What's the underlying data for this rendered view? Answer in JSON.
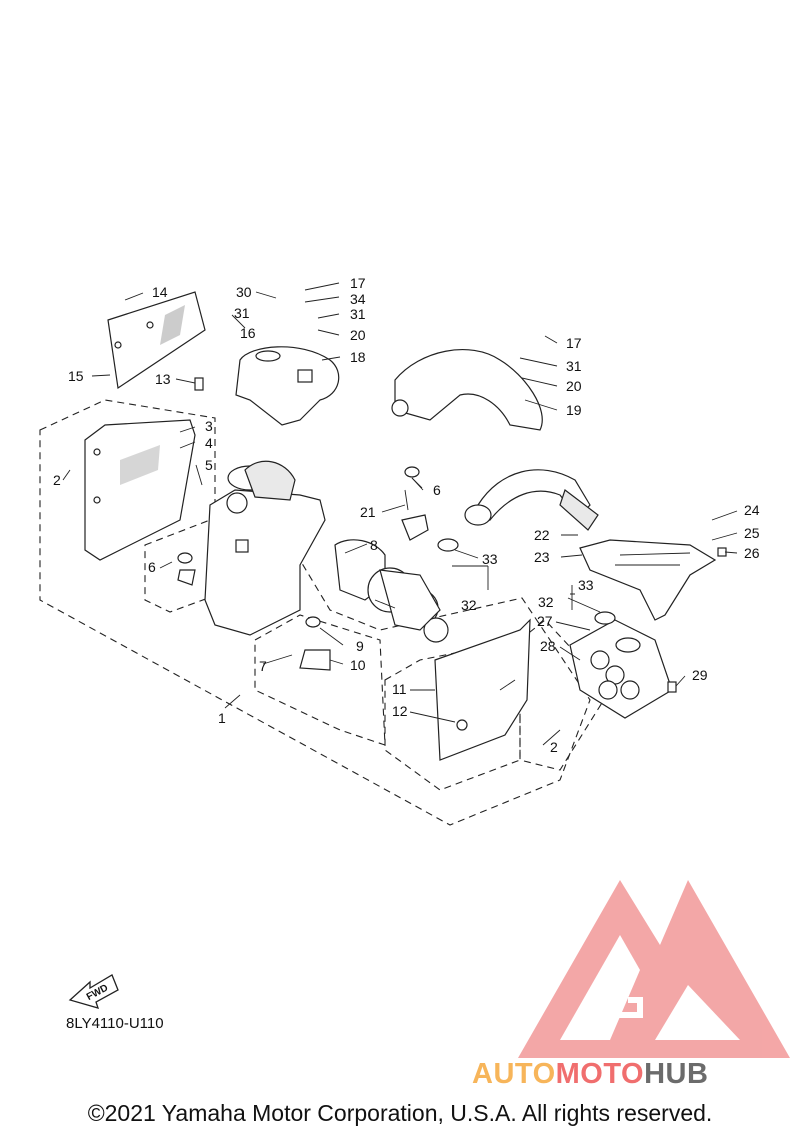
{
  "diagram": {
    "code": "8LY4110-U110",
    "fwd_label": "FWD",
    "callouts": [
      "1",
      "2",
      "2",
      "3",
      "4",
      "5",
      "6",
      "6",
      "7",
      "8",
      "9",
      "10",
      "11",
      "12",
      "13",
      "14",
      "15",
      "16",
      "17",
      "17",
      "18",
      "19",
      "20",
      "20",
      "21",
      "22",
      "23",
      "24",
      "25",
      "26",
      "27",
      "28",
      "29",
      "30",
      "31",
      "31",
      "31",
      "32",
      "32",
      "33",
      "33",
      "34"
    ]
  },
  "watermark": {
    "part1": "AUTO",
    "part2": "MOTO",
    "part3": "HUB",
    "colors": {
      "auto": "#f7b55a",
      "moto": "#f06e6e",
      "hub": "#6b6b6b",
      "logo": "#f08a8a"
    }
  },
  "footer": {
    "copyright": "©2021 Yamaha Motor Corporation, U.S.A. All rights reserved."
  }
}
